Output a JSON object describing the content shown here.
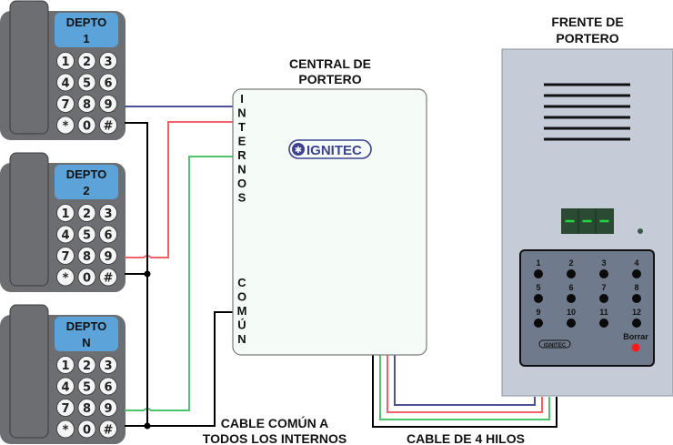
{
  "phones": [
    {
      "label_line1": "DEPTO",
      "label_line2": "1"
    },
    {
      "label_line1": "DEPTO",
      "label_line2": "2"
    },
    {
      "label_line1": "DEPTO",
      "label_line2": "N"
    }
  ],
  "keypad_keys": [
    "1",
    "2",
    "3",
    "4",
    "5",
    "6",
    "7",
    "8",
    "9",
    "*",
    "0",
    "#"
  ],
  "central": {
    "title_line1": "CENTRAL DE",
    "title_line2": "PORTERO",
    "brand": "IGNITEC",
    "internos_letters": [
      "I",
      "N",
      "T",
      "E",
      "R",
      "N",
      "O",
      "S"
    ],
    "comun_letters": [
      "C",
      "O",
      "M",
      "Ú",
      "N"
    ]
  },
  "frente": {
    "title_line1": "FRENTE DE",
    "title_line2": "PORTERO",
    "display": "---",
    "buttons": [
      "1",
      "2",
      "3",
      "4",
      "5",
      "6",
      "7",
      "8",
      "9",
      "10",
      "11",
      "12"
    ],
    "clear_label": "Borrar",
    "brand": "IGNITEC"
  },
  "captions": {
    "common_line1": "CABLE COMÚN A",
    "common_line2": "TODOS LOS INTERNOS",
    "four_wire": "CABLE DE 4 HILOS"
  },
  "colors": {
    "wire_blue": "#4a5294",
    "wire_red": "#f0636b",
    "wire_green": "#4cc46e",
    "wire_black": "#000000",
    "phone_body": "#6d6e71",
    "phone_screen": "#5ba3d9",
    "central_fill": "#f5fbf7",
    "frente_fill": "#c5ccd7",
    "keypad_fill": "#6f7a8c",
    "display_green": "#22d83a",
    "clear_red": "#ff1a1a"
  }
}
